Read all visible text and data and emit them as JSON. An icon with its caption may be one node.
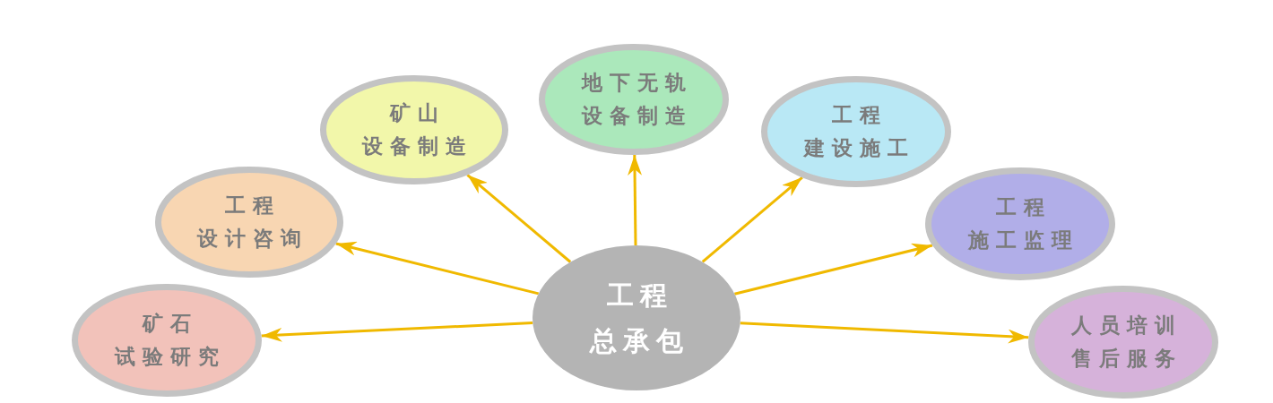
{
  "diagram": {
    "nodes": [
      {
        "text": [
          "工程",
          "总承包"
        ]
      },
      {
        "text": [
          "矿石",
          "试验研究"
        ]
      },
      {
        "text": [
          "工程",
          "设计咨询"
        ]
      },
      {
        "text": [
          "矿山",
          "设备制造"
        ]
      },
      {
        "text": [
          "地下无轨",
          "设备制造"
        ]
      },
      {
        "text": [
          "工程",
          "建设施工"
        ]
      },
      {
        "text": [
          "工程",
          "施工监理"
        ]
      },
      {
        "text": [
          "人员培训",
          "售后服务"
        ]
      }
    ],
    "edges": [
      {
        "from": 0,
        "to": 1,
        "arrow": "to"
      },
      {
        "from": 0,
        "to": 2,
        "arrow": "to"
      },
      {
        "from": 0,
        "to": 3,
        "arrow": "to"
      },
      {
        "from": 0,
        "to": 4,
        "arrow": "to"
      },
      {
        "from": 0,
        "to": 5,
        "arrow": "to"
      },
      {
        "from": 0,
        "to": 6,
        "arrow": "to"
      },
      {
        "from": 0,
        "to": 7,
        "arrow": "to"
      }
    ]
  }
}
